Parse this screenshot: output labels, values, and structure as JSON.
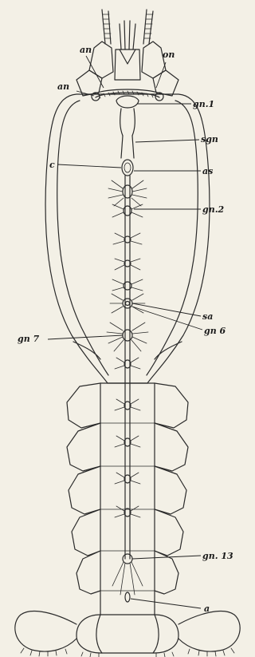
{
  "figure": {
    "labels": {
      "an_upper": "an",
      "on": "on",
      "an": "an",
      "gn1": "gn.1",
      "sgn": "sgn",
      "c": "c",
      "as": "as",
      "gn2": "gn.2",
      "sa": "sa",
      "gn6": "gn 6",
      "gn7": "gn 7",
      "gn13": "gn. 13",
      "a": "a"
    }
  }
}
